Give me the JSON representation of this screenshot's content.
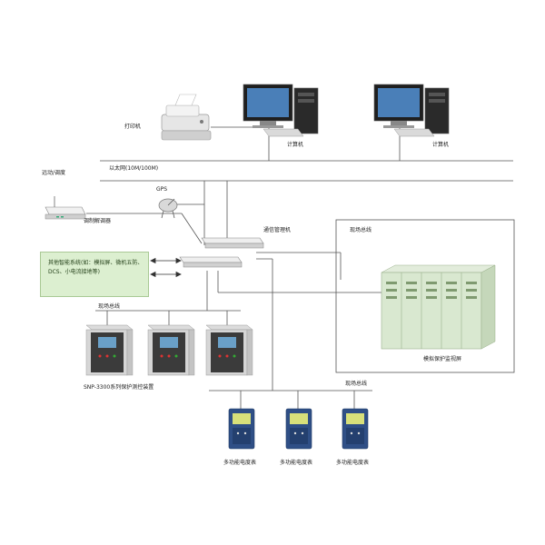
{
  "labels": {
    "printer": "打印机",
    "computer_1": "计算机",
    "computer_2": "计算机",
    "ethernet": "以太网(10M/100M)",
    "gps": "GPS",
    "remote": "远动/调度",
    "modem": "调制解调器",
    "comm_manager": "通信管理机",
    "other_systems": "其他智能系统(如：模拟屏、微机五防、DCS、小电流接地等)",
    "bus_1": "现场总线",
    "bus_2": "现场总线",
    "bus_3": "现场总线",
    "protection_devices": "SNP-3300系列保护测控装置",
    "cabinet": "模拟保护监视屏",
    "meter_1": "多功能电度表",
    "meter_2": "多功能电度表",
    "meter_3": "多功能电度表"
  },
  "colors": {
    "line": "#555555",
    "green_box": "#dcefd0",
    "cabinet": "#d9e8d0",
    "meter_body": "#2f4f86",
    "relay_body": "#3b3b3b"
  }
}
